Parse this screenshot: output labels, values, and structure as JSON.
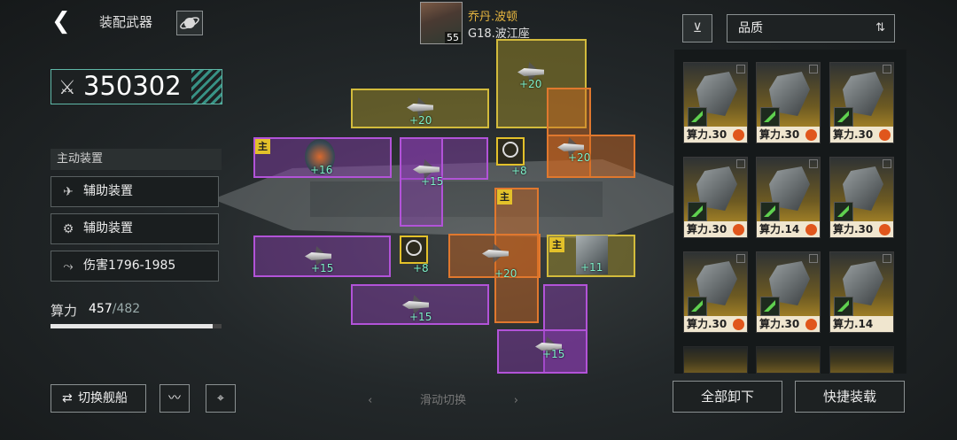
{
  "header": {
    "title": "装配武器",
    "captain_name": "乔丹.波顿",
    "captain_level": "55",
    "ship_name": "G18.波江座"
  },
  "power": {
    "value": "350302"
  },
  "left_panel": {
    "section_title": "主动装置",
    "items": [
      {
        "label": "辅助装置",
        "icon": "aircraft-icon"
      },
      {
        "label": "辅助装置",
        "icon": "gear-circle-icon"
      },
      {
        "label": "伤害1796-1985",
        "icon": "ship-damage-icon"
      }
    ],
    "capacity_label": "算力",
    "capacity_used": "457",
    "capacity_max": "/482",
    "capacity_fraction": 0.948
  },
  "bottom_left": {
    "switch_ship": "切换舰船"
  },
  "slots": {
    "bonus_20": "+20",
    "bonus_16": "+16",
    "bonus_15": "+15",
    "bonus_11": "+11",
    "bonus_8": "+8",
    "main_tag": "主"
  },
  "swipe_hint": "滑动切换",
  "right_panel": {
    "sort_label": "品质",
    "cards": [
      {
        "label": "算力.30",
        "dot": true
      },
      {
        "label": "算力.30",
        "dot": true
      },
      {
        "label": "算力.30",
        "dot": true
      },
      {
        "label": "算力.30",
        "dot": true
      },
      {
        "label": "算力.14",
        "dot": true
      },
      {
        "label": "算力.30",
        "dot": true
      },
      {
        "label": "算力.30",
        "dot": true
      },
      {
        "label": "算力.30",
        "dot": true
      },
      {
        "label": "算力.14",
        "dot": false
      }
    ],
    "unload_all": "全部卸下",
    "quick_equip": "快捷装载"
  },
  "colors": {
    "accent_teal": "#5fb8a8",
    "yellow": "#d2bb3c",
    "orange": "#e0782e",
    "purple": "#b253d8",
    "bonus_green": "#7ef0c9"
  }
}
